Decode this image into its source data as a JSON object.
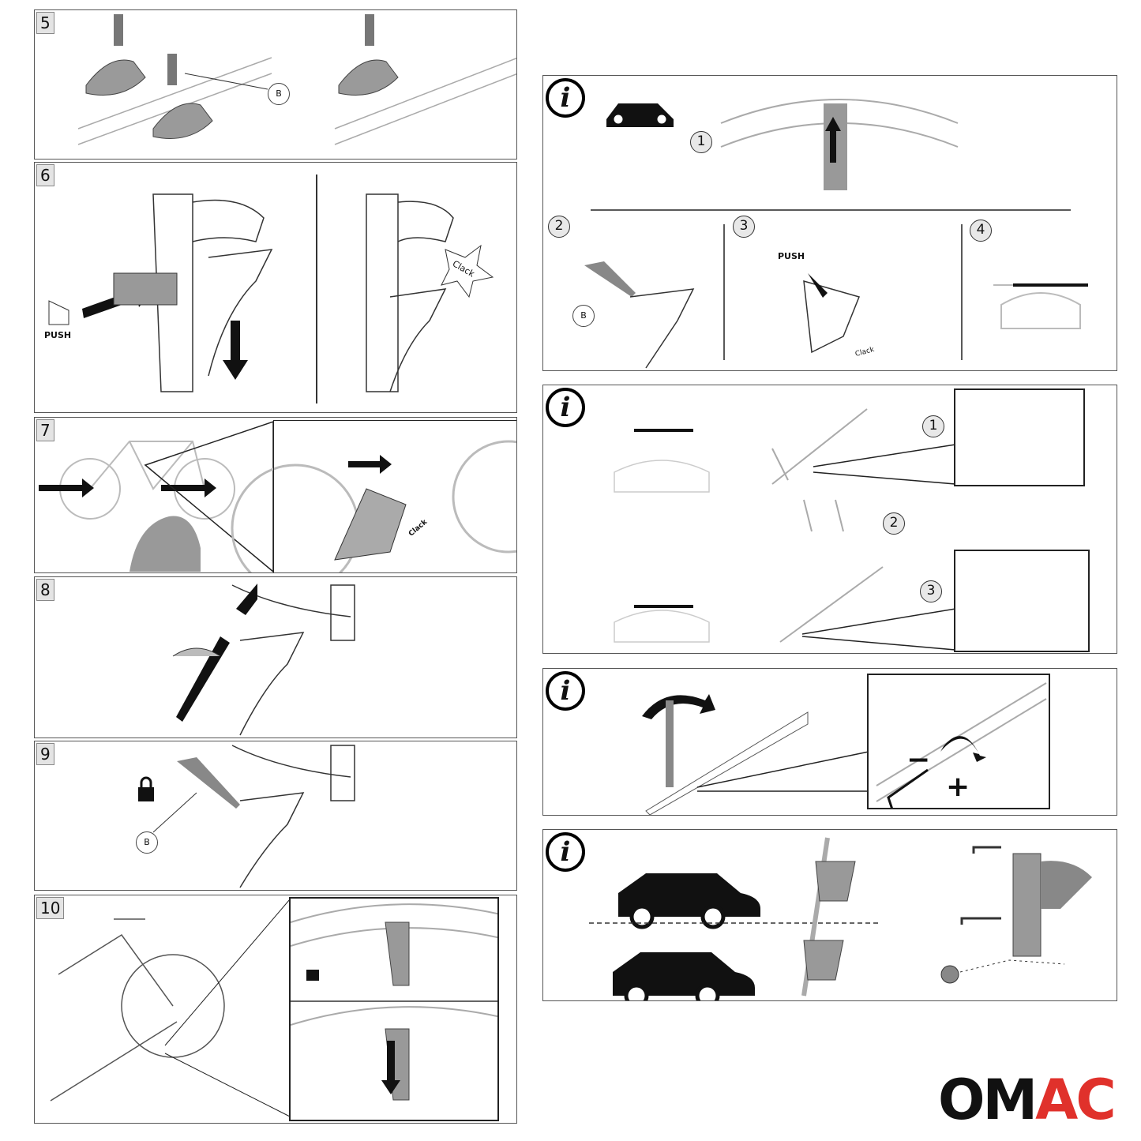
{
  "steps": [
    {
      "number": "5",
      "labels": {
        "bolt_callout": "B"
      }
    },
    {
      "number": "6",
      "labels": {
        "push": "PUSH",
        "sound": "Clack"
      }
    },
    {
      "number": "7",
      "labels": {
        "sound": "Clack"
      }
    },
    {
      "number": "8"
    },
    {
      "number": "9",
      "labels": {
        "bolt_callout": "B"
      }
    },
    {
      "number": "10"
    }
  ],
  "info_panels": [
    {
      "icon": "i",
      "substeps": [
        "1",
        "2",
        "3",
        "4"
      ],
      "labels": {
        "bolt_callout": "B",
        "push": "PUSH",
        "sound": "Clack"
      }
    },
    {
      "icon": "i",
      "substeps": [
        "1",
        "2",
        "3"
      ]
    },
    {
      "icon": "i",
      "labels": {
        "minus": "−",
        "plus": "+"
      }
    },
    {
      "icon": "i"
    }
  ],
  "logo": {
    "text_black": "OM",
    "text_red": "AC",
    "color_black": "#111111",
    "color_red": "#e0312b"
  }
}
